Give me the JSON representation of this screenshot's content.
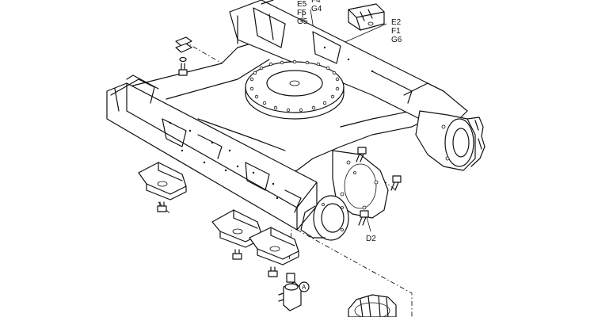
{
  "callouts": {
    "top_group": [
      "E5",
      "F5",
      "G5"
    ],
    "top_group_partial": [
      "F4",
      "G4"
    ],
    "right_group": [
      "E2",
      "F1",
      "G6"
    ],
    "bottom_right": "D2",
    "circle_marker": "A"
  }
}
